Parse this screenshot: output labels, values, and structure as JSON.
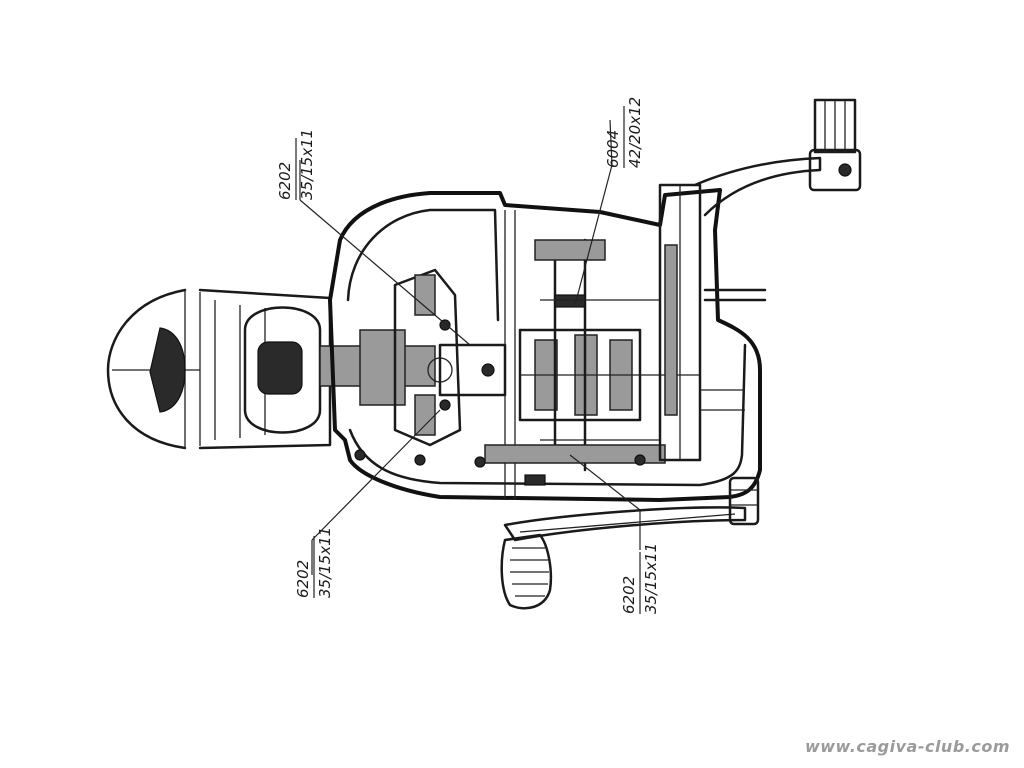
{
  "annotations": [
    {
      "bearing": "6202",
      "dimensions": "35/15x11"
    },
    {
      "bearing": "6004",
      "dimensions": "42/20x12"
    },
    {
      "bearing": "6202",
      "dimensions": "35/15x11"
    },
    {
      "bearing": "6202",
      "dimensions": "35/15x11"
    }
  ],
  "watermark": "www.cagiva-club.com"
}
